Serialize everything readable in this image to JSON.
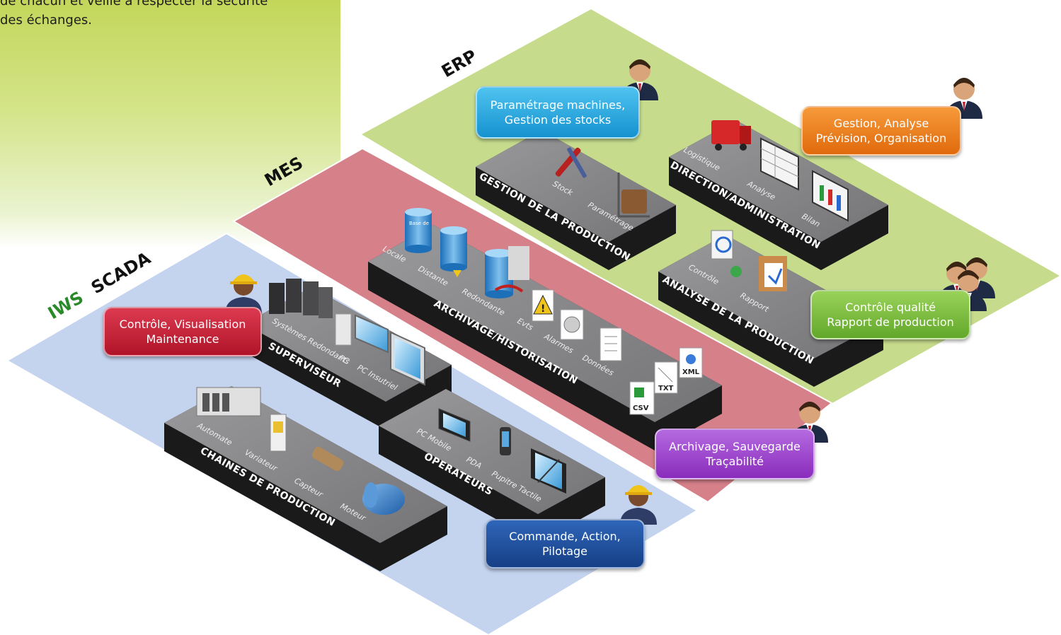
{
  "intro": {
    "line1": "de chacun et veille à respecter la sécurité",
    "line2": "des échanges."
  },
  "zones": {
    "erp": "ERP",
    "mes": "MES",
    "scada_prefix": "IWS",
    "scada": "SCADA"
  },
  "slabs": {
    "gestion": {
      "title": "GESTION DE LA PRODUCTION",
      "items": [
        "Stock",
        "Paramétrage"
      ]
    },
    "direction": {
      "title": "DIRECTION/ADMINISTRATION",
      "items": [
        "Logistique",
        "Analyse",
        "Bilan"
      ]
    },
    "analyse": {
      "title": "ANALYSE DE LA PRODUCTION",
      "items": [
        "Contrôle",
        "Rapport"
      ]
    },
    "archivage": {
      "title": "ARCHIVAGE/HISTORISATION",
      "items": [
        "Locale",
        "Distante",
        "Redondante",
        "Evts",
        "Alarmes",
        "Données"
      ]
    },
    "superviseur": {
      "title": "SUPERVISEUR",
      "items": [
        "Systèmes Redondants",
        "PC",
        "PC Insutriel"
      ]
    },
    "operateurs": {
      "title": "OPERATEURS",
      "items": [
        "PC Mobile",
        "PDA",
        "Pupitre Tactile"
      ]
    },
    "chaines": {
      "title": "CHAINES DE PRODUCTION",
      "items": [
        "Automate",
        "Variateur",
        "Capteur",
        "Moteur"
      ]
    }
  },
  "file_tags": [
    "XML",
    "TXT",
    "CSV"
  ],
  "db_tag": "Base de Données",
  "roles": {
    "parametrage": [
      "Paramétrage machines,",
      "Gestion des stocks"
    ],
    "gestion": [
      "Gestion, Analyse",
      "Prévision, Organisation"
    ],
    "controle_qualite": [
      "Contrôle qualité",
      "Rapport de production"
    ],
    "archivage": [
      "Archivage, Sauvegarde",
      "Traçabilité"
    ],
    "controle_visu": [
      "Contrôle, Visualisation",
      "Maintenance"
    ],
    "commande": [
      "Commande, Action,",
      "Pilotage"
    ]
  },
  "colors": {
    "erp_zone": "#c6dc8c",
    "mes_zone": "#d6808a",
    "scada_zone": "#c4d3ee",
    "slab_top": "#8a8a8c",
    "slab_side": "#1a1a1a",
    "role_parametrage": "#1ba9e1",
    "role_gestion": "#ee7d1b",
    "role_controle_qualite": "#7cbd3a",
    "role_archivage": "#9c3fc8",
    "role_controle_visu": "#c51f38",
    "role_commande": "#1f4e9c"
  }
}
